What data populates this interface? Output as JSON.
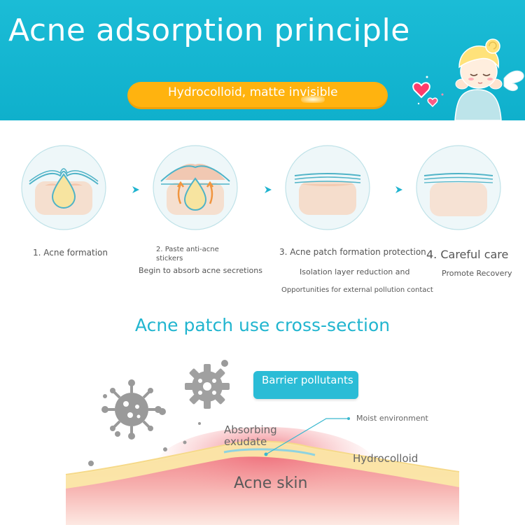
{
  "header": {
    "title": "Acne adsorption principle",
    "subtitle": "Hydrocolloid, matte invisible"
  },
  "steps": [
    {
      "label": "1. Acne formation"
    },
    {
      "label": "2. Paste anti-acne",
      "label2": "stickers",
      "desc": "Begin to absorb acne secretions"
    },
    {
      "label": "3. Acne patch formation protection",
      "desc": "Isolation layer reduction and",
      "desc2": "Opportunities for external pollution contact"
    },
    {
      "label": "4. Careful care",
      "desc": "Promote Recovery"
    }
  ],
  "section": {
    "title": "Acne patch use cross-section"
  },
  "cross_section": {
    "barrier": "Barrier pollutants",
    "absorbing_line1": "Absorbing",
    "absorbing_line2": "exudate",
    "moist": "Moist environment",
    "hydrocolloid": "Hydrocolloid",
    "skin": "Acne skin"
  },
  "colors": {
    "header_bg": "#1bbcd6",
    "pill": "#ffb30f",
    "accent": "#21b5cf",
    "patch": "#fbe8a8",
    "skin": "#f08a8e"
  }
}
